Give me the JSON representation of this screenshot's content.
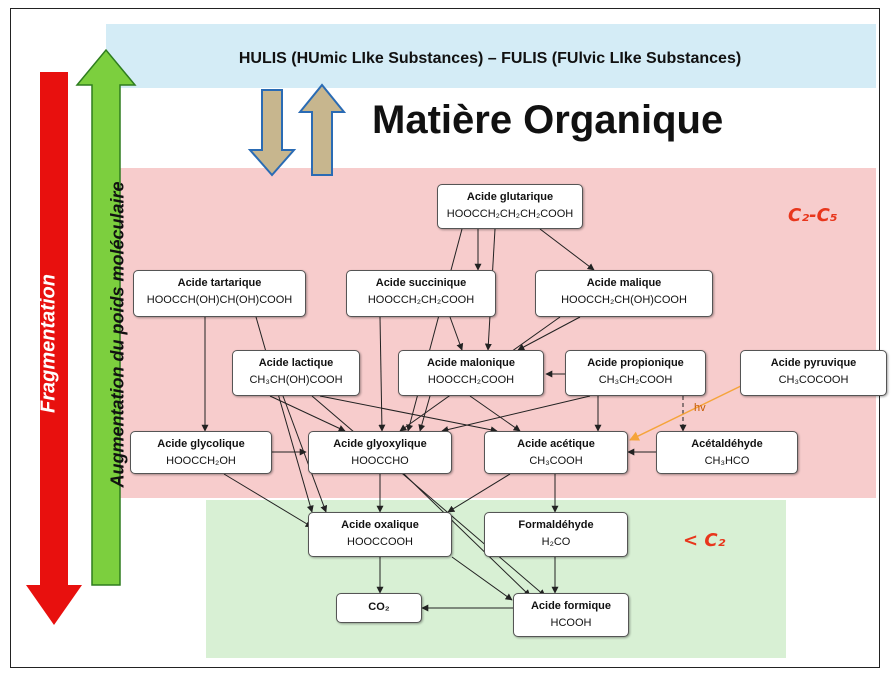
{
  "header_text": "HULIS (HUmic LIke Substances) – FULIS (FUlvic LIke Substances)",
  "title": "Matière Organique",
  "side_labels": {
    "fragmentation": "Fragmentation",
    "augmentation": "Augmentation du poids moléculaire"
  },
  "ranges": {
    "c2_c5": "C₂-C₅",
    "lt_c2": "< C₂"
  },
  "hv_label": "hv",
  "nodes": {
    "glutarique": {
      "name": "Acide glutarique",
      "formula": "HOOCCH₂CH₂CH₂COOH"
    },
    "tartarique": {
      "name": "Acide tartarique",
      "formula": "HOOCCH(OH)CH(OH)COOH"
    },
    "succinique": {
      "name": "Acide succinique",
      "formula": "HOOCCH₂CH₂COOH"
    },
    "malique": {
      "name": "Acide malique",
      "formula": "HOOCCH₂CH(OH)COOH"
    },
    "lactique": {
      "name": "Acide lactique",
      "formula": "CH₃CH(OH)COOH"
    },
    "malonique": {
      "name": "Acide malonique",
      "formula": "HOOCCH₂COOH"
    },
    "propionique": {
      "name": "Acide propionique",
      "formula": "CH₃CH₂COOH"
    },
    "pyruvique": {
      "name": "Acide pyruvique",
      "formula": "CH₃COCOOH"
    },
    "glycolique": {
      "name": "Acide glycolique",
      "formula": "HOOCCH₂OH"
    },
    "glyoxylique": {
      "name": "Acide glyoxylique",
      "formula": "HOOCCHO"
    },
    "acetique": {
      "name": "Acide acétique",
      "formula": "CH₃COOH"
    },
    "acetaldehyde": {
      "name": "Acétaldéhyde",
      "formula": "CH₃HCO"
    },
    "oxalique": {
      "name": "Acide oxalique",
      "formula": "HOOCCOOH"
    },
    "formaldehyde": {
      "name": "Formaldéhyde",
      "formula": "H₂CO"
    },
    "co2": {
      "name": "CO₂"
    },
    "formique": {
      "name": "Acide formique",
      "formula": "HCOOH"
    }
  },
  "colors": {
    "red_arrow": "#e8100e",
    "green_arrow": "#7ccf3e",
    "updown_arrows": "#c7b68e",
    "hv_arrow": "#f5a43a"
  }
}
